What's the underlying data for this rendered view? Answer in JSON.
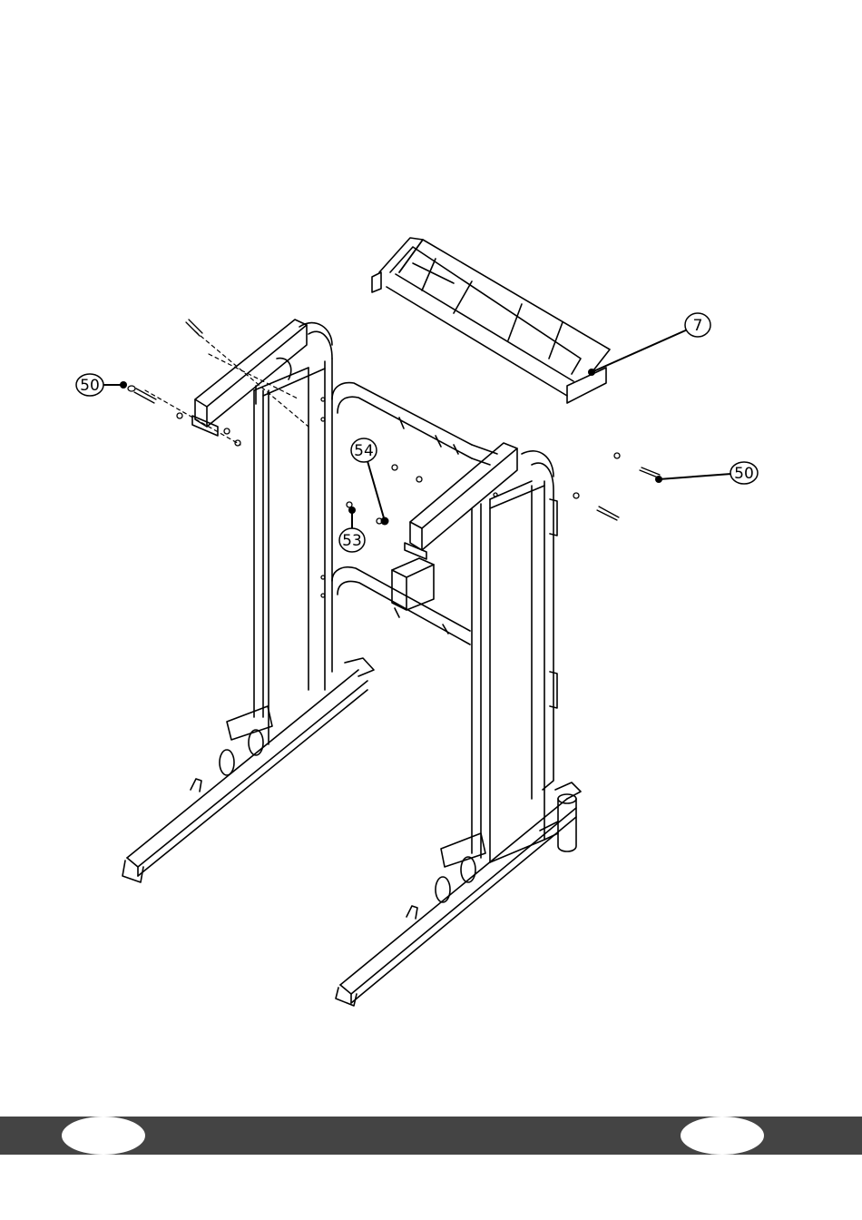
{
  "callouts": [
    {
      "id": "c50a",
      "label": "50"
    },
    {
      "id": "c7",
      "label": "7"
    },
    {
      "id": "c54",
      "label": "54"
    },
    {
      "id": "c53",
      "label": "53"
    },
    {
      "id": "c50b",
      "label": "50"
    }
  ],
  "colors": {
    "line": "#000000",
    "footer": "#444444",
    "background": "#ffffff"
  }
}
